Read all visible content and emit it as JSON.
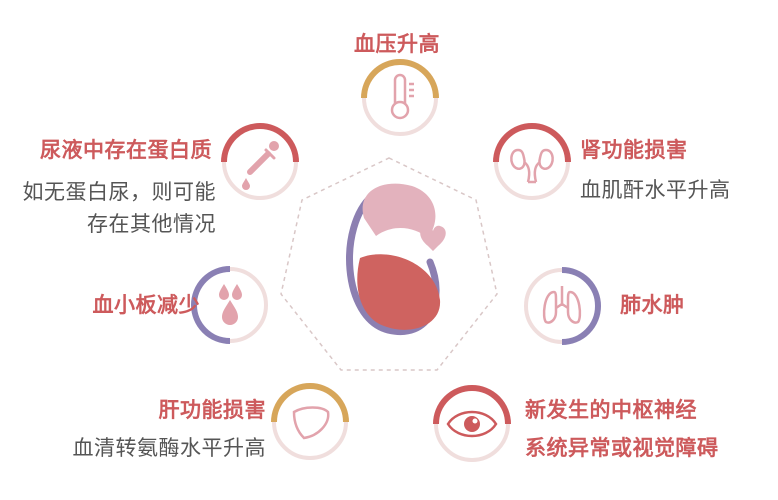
{
  "colors": {
    "accent_red": "#cd5a5c",
    "accent_gold": "#d7a65a",
    "accent_purple": "#8a80b4",
    "ring_light": "#f0dedd",
    "icon_pink": "#e2a3ac",
    "belly_red": "#cf6360",
    "body_pink": "#e3b2bd",
    "outline_purple": "#8c7fb1",
    "text_gray": "#555555",
    "dashed": "#d9c7c7"
  },
  "center": {
    "icon": "pregnant-woman-icon"
  },
  "items": [
    {
      "id": "blood-pressure",
      "title": "血压升高",
      "icon": "thermometer-icon",
      "ring_color": "gold"
    },
    {
      "id": "kidney",
      "title": "肾功能损害",
      "desc": [
        "血肌酐水平升高"
      ],
      "icon": "kidney-icon",
      "ring_color": "red"
    },
    {
      "id": "lung",
      "title": "肺水肿",
      "icon": "lungs-icon",
      "ring_color": "purple"
    },
    {
      "id": "eye",
      "title": "新发生的中枢神经",
      "desc": [
        "系统异常或视觉障碍"
      ],
      "icon": "eye-icon",
      "ring_color": "red"
    },
    {
      "id": "liver",
      "title": "肝功能损害",
      "desc": [
        "血清转氨酶水平升高"
      ],
      "icon": "liver-icon",
      "ring_color": "gold"
    },
    {
      "id": "platelet",
      "title": "血小板减少",
      "icon": "blood-drops-icon",
      "ring_color": "purple"
    },
    {
      "id": "urine",
      "title": "尿液中存在蛋白质",
      "desc": [
        "如无蛋白尿，则可能",
        "存在其他情况"
      ],
      "icon": "dropper-icon",
      "ring_color": "red"
    }
  ]
}
